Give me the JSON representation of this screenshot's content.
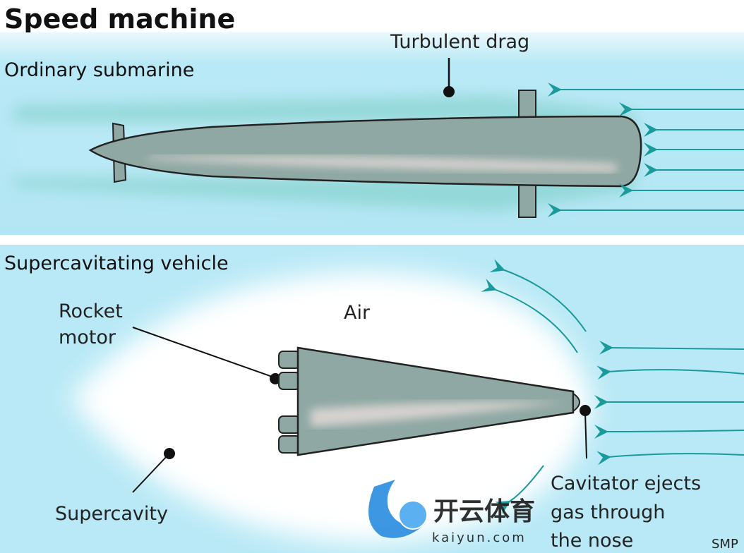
{
  "title": "Speed machine",
  "top_panel": {
    "heading": "Ordinary submarine",
    "label_drag": "Turbulent drag"
  },
  "bottom_panel": {
    "heading": "Supercavitating vehicle",
    "label_rocket_line1": "Rocket",
    "label_rocket_line2": "motor",
    "label_air": "Air",
    "label_supercavity": "Supercavity",
    "label_cavitator_line1": "Cavitator ejects",
    "label_cavitator_line2": "gas through",
    "label_cavitator_line3": "the nose"
  },
  "credit": "SMP",
  "watermark": {
    "cn": "开云体育",
    "url": "kaiyun.com"
  },
  "colors": {
    "water": "#b9e9f6",
    "hull": "#8fa8a3",
    "arrow": "#1a9a9a"
  }
}
